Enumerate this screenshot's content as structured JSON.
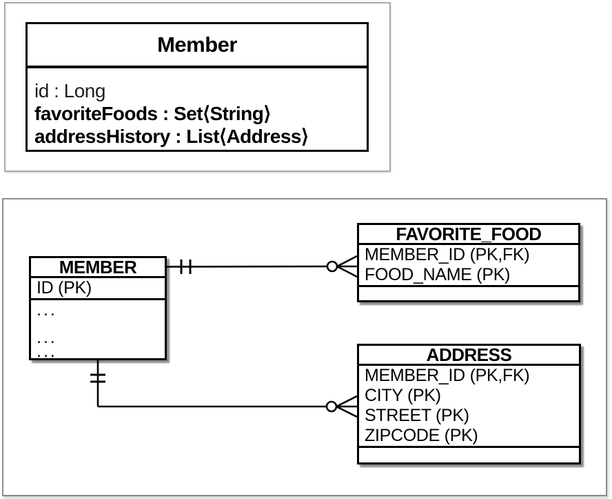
{
  "uml": {
    "title": "Member",
    "attrs": [
      "id : Long",
      "favoriteFoods : Set⟨String⟩",
      "addressHistory : List⟨Address⟩"
    ]
  },
  "er": {
    "member": {
      "title": "MEMBER",
      "key_row": "ID (PK)",
      "dots": [
        "...",
        "",
        "...",
        "..."
      ]
    },
    "favorite_food": {
      "title": "FAVORITE_FOOD",
      "rows": [
        "MEMBER_ID (PK,FK)",
        "FOOD_NAME (PK)"
      ]
    },
    "address": {
      "title": "ADDRESS",
      "rows": [
        "MEMBER_ID (PK,FK)",
        "CITY (PK)",
        "STREET (PK)",
        "ZIPCODE (PK)"
      ]
    },
    "relationships": [
      {
        "from": "MEMBER",
        "to": "FAVORITE_FOOD",
        "from_cardinality": "one-and-only-one",
        "to_cardinality": "zero-or-many"
      },
      {
        "from": "MEMBER",
        "to": "ADDRESS",
        "from_cardinality": "one-and-only-one",
        "to_cardinality": "zero-or-many"
      }
    ]
  },
  "colors": {
    "line": "#000000",
    "box_border": "#000000",
    "top_frame_border": "#aaaaaa",
    "bottom_frame_border": "#8c8c8c",
    "background": "#ffffff"
  }
}
